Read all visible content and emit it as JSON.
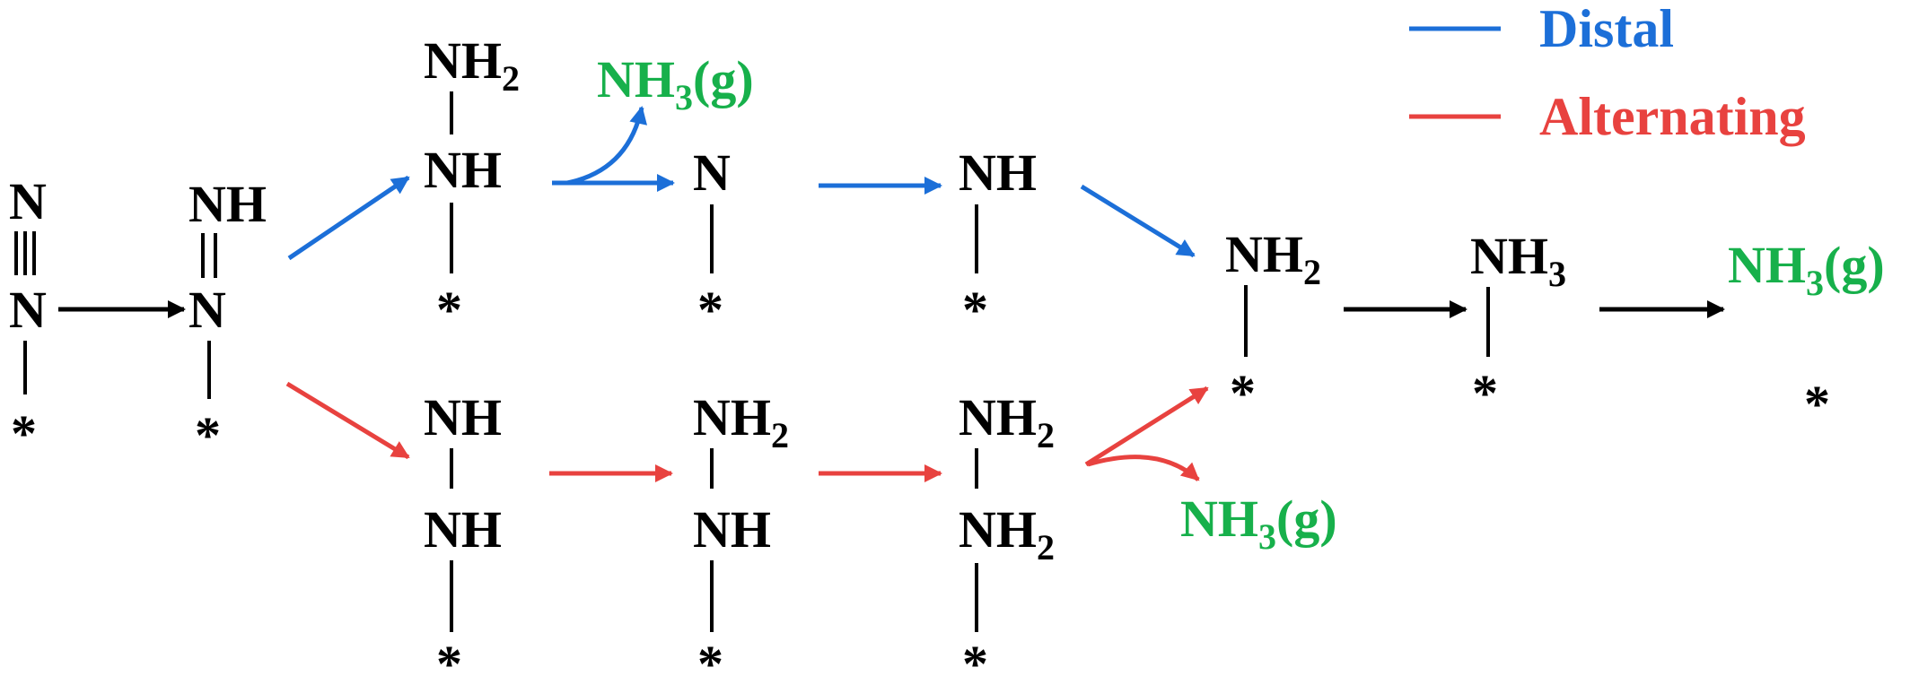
{
  "legend": {
    "distal": {
      "label": "Distal",
      "color": "#1c6fd8"
    },
    "alternating": {
      "label": "Alternating",
      "color": "#e8423f"
    }
  },
  "colors": {
    "black": "#000000",
    "green": "#17b04b"
  },
  "atoms": {
    "N": "N",
    "NH": "NH",
    "NH2": "NH",
    "NH3": "NH",
    "sub2": "2",
    "sub3": "3",
    "star": "*"
  },
  "gas": {
    "prefix": "NH",
    "sub": "3",
    "suffix": "(g)"
  }
}
